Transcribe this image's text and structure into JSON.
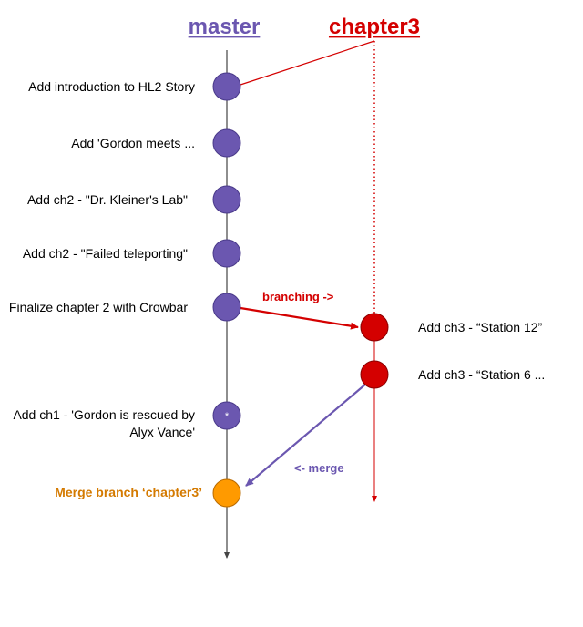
{
  "colors": {
    "master": "#6b57b0",
    "master_stroke": "#4a3a8a",
    "chapter3": "#d40000",
    "chapter3_stroke": "#8a0000",
    "merge": "#ff9a00",
    "merge_stroke": "#b86a00",
    "merge_text": "#d47a00",
    "trunk": "#444444"
  },
  "branches": {
    "master": "master",
    "chapter3": "chapter3"
  },
  "commits": {
    "c1": {
      "label": "Add introduction to HL2 Story"
    },
    "c2": {
      "label": "Add 'Gordon meets ..."
    },
    "c3": {
      "label": "Add ch2 - \"Dr. Kleiner's Lab\""
    },
    "c4": {
      "label": "Add ch2 - \"Failed teleporting\""
    },
    "c5": {
      "label": "Finalize chapter 2 with Crowbar"
    },
    "c6": {
      "label_line1": "Add ch1 - 'Gordon is rescued by",
      "label_line2": "Alyx Vance'",
      "marker": "*"
    },
    "c7": {
      "label": "Merge branch ‘chapter3’"
    },
    "b1": {
      "label": "Add ch3 - “Station 12”"
    },
    "b2": {
      "label": "Add ch3 - “Station 6 ..."
    }
  },
  "edges": {
    "branching": "branching ->",
    "merge": "<- merge"
  }
}
